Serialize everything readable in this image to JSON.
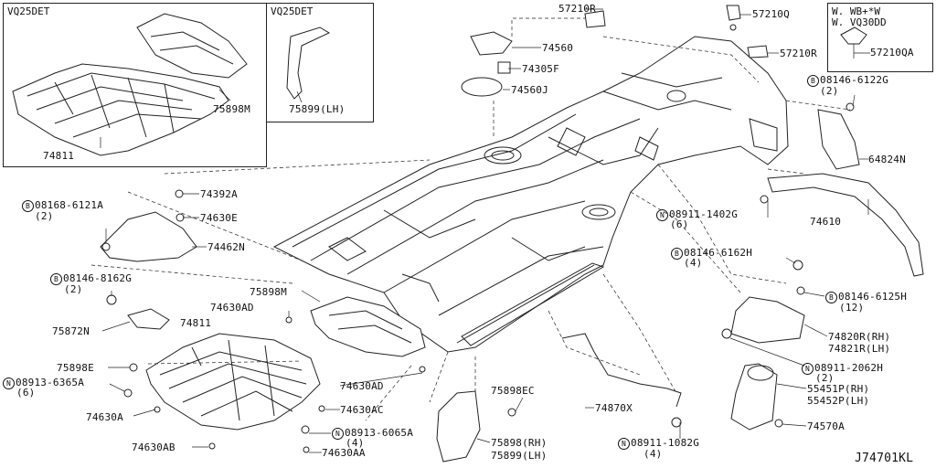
{
  "insets": {
    "left_title": "VQ25DET",
    "middle_title": "VQ25DET",
    "right_line1": "W. WB+*W",
    "right_line2": "W. VQ30DD"
  },
  "labels": {
    "p57210R_top": "57210R",
    "p57210Q": "57210Q",
    "p57210R_right": "57210R",
    "p57210QA": "57210QA",
    "p74560": "74560",
    "p74305F": "74305F",
    "p74560J": "74560J",
    "p75898M_inset": "75898M",
    "p74811_inset": "74811",
    "p75899LH_inset": "75899(LH)",
    "p08146_6122G": "08146-6122G",
    "p08146_6122G_qty": "(2)",
    "p64824N": "64824N",
    "p08168_6121A": "08168-6121A",
    "p08168_6121A_qty": "(2)",
    "p74392A": "74392A",
    "p74630E": "74630E",
    "p74462N": "74462N",
    "p08911_1402G": "08911-1402G",
    "p08911_1402G_qty": "(6)",
    "p74610": "74610",
    "p08146_8162G": "08146-8162G",
    "p08146_8162G_qty": "(2)",
    "p08146_6162H": "08146-6162H",
    "p08146_6162H_qty": "(4)",
    "p75898M": "75898M",
    "p08146_6125H": "08146-6125H",
    "p08146_6125H_qty": "(12)",
    "p74630AD_top": "74630AD",
    "p74811": "74811",
    "p75872N": "75872N",
    "p74820R": "74820R(RH)",
    "p74821R": "74821R(LH)",
    "p75898E": "75898E",
    "p08913_6365A": "08913-6365A",
    "p08913_6365A_qty": "(6)",
    "p08911_2062H": "08911-2062H",
    "p08911_2062H_qty": "(2)",
    "p74630AD_bottom": "74630AD",
    "p55451P": "55451P(RH)",
    "p55452P": "55452P(LH)",
    "p74630AC": "74630AC",
    "p75898EC": "75898EC",
    "p74630A": "74630A",
    "p74870X": "74870X",
    "p74570A": "74570A",
    "p08913_6065A": "08913-6065A",
    "p08913_6065A_qty": "(4)",
    "p74630AB": "74630AB",
    "p75898RH": "75898(RH)",
    "p75899LH": "75899(LH)",
    "p08911_1082G": "08911-1082G",
    "p08911_1082G_qty": "(4)",
    "p74630AA": "74630AA",
    "diagram_code": "J74701KL"
  },
  "prefix": {
    "B": "B",
    "N": "N"
  }
}
